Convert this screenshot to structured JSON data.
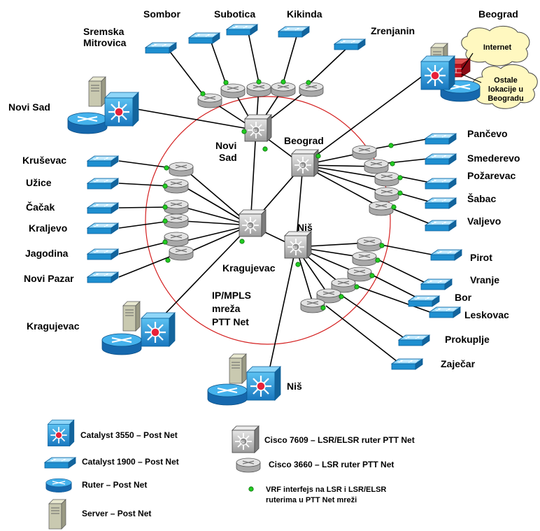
{
  "core": {
    "novi_sad_l1": "Novi",
    "novi_sad_l2": "Sad",
    "beograd": "Beograd",
    "kragujevac": "Kragujevac",
    "nis": "Niš",
    "mpls_l1": "IP/MPLS",
    "mpls_l2": "mreža",
    "mpls_l3": "PTT Net"
  },
  "hubs": {
    "novi_sad": "Novi Sad",
    "beograd": "Beograd",
    "kragujevac": "Kragujevac",
    "nis": "Niš"
  },
  "clouds": {
    "internet": "Internet",
    "ostale_l1": "Ostale",
    "ostale_l2": "lokacije u",
    "ostale_l3": "Beogradu"
  },
  "sites": {
    "north": [
      "Sombor",
      "Subotica",
      "Kikinda",
      "Zrenjanin"
    ],
    "sremska_l1": "Sremska",
    "sremska_l2": "Mitrovica",
    "west": [
      "Kruševac",
      "Užice",
      "Čačak",
      "Kraljevo",
      "Jagodina",
      "Novi Pazar"
    ],
    "east": [
      "Pančevo",
      "Smederevo",
      "Požarevac",
      "Šabac",
      "Valjevo"
    ],
    "south": [
      "Pirot",
      "Vranje",
      "Bor",
      "Leskovac",
      "Prokuplje",
      "Zaječar"
    ]
  },
  "legend": {
    "catalyst3550": "Catalyst 3550 – Post Net",
    "catalyst1900": "Catalyst 1900 – Post Net",
    "ruter": "Ruter – Post Net",
    "server": "Server – Post Net",
    "cisco7609": "Cisco 7609 – LSR/ELSR ruter PTT Net",
    "cisco3660": "Cisco 3660 – LSR ruter PTT Net",
    "vrf_l1": "VRF interfejs na LSR i LSR/ELSR",
    "vrf_l2": "ruterima u PTT Net mreži"
  },
  "colors": {
    "ring": "#d42020",
    "vrf": "#22cc22",
    "blue_device": "#1e8fd0",
    "cloud": "#fff8c0",
    "firewall": "#c0101e"
  }
}
